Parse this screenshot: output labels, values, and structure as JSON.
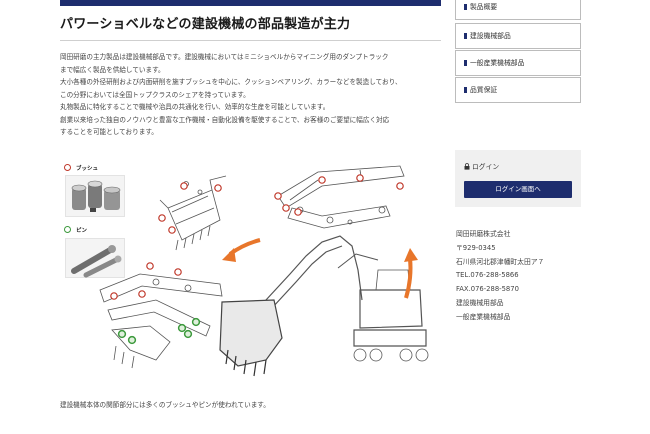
{
  "main": {
    "heading": "パワーショベルなどの建設機械の部品製造が主力",
    "paragraphs": [
      "岡田研磨の主力製品は建設機械部品です。建設機械においてはミニショベルからマイニング用のダンプトラック",
      "まで幅広く製品を供給しています。",
      "大小各種の外径研削および内面研削を施すブッシュを中心に、クッションベアリング、カラーなどを製造しており、",
      "この分野においては全国トップクラスのシェアを持っています。",
      "丸物製品に特化することで機械や治具の共通化を行い、効率的な生産を可能としています。",
      "創業以来培った独自のノウハウと豊富な工作機械・自動化設備を駆使することで、お客様のご要望に幅広く対応",
      "することを可能としております。"
    ],
    "figure": {
      "legend_bush": "ブッシュ",
      "legend_pin": "ピン",
      "colors": {
        "bush_marker": "#c0392b",
        "pin_marker": "#3d9a3d",
        "arrow": "#e8762b"
      }
    },
    "caption": "建設機械本体の関節部分には多くのブッシュやピンが使われています。"
  },
  "sidebar": {
    "nav": [
      {
        "label": "製品概要"
      },
      {
        "label": "建設機械部品"
      },
      {
        "label": "一般産業機械部品"
      },
      {
        "label": "品質保証"
      }
    ],
    "login_label": "ログイン",
    "login_button": "ログイン画面へ",
    "company_lines": [
      "岡田研磨株式会社",
      "〒929-0345",
      "石川県河北郡津幡町太田ア７",
      "TEL.076-288-5866",
      "FAX.076-288-5870",
      "建設機械用部品",
      "一般産業機械部品"
    ]
  },
  "colors": {
    "navy": "#1e2d6e"
  }
}
